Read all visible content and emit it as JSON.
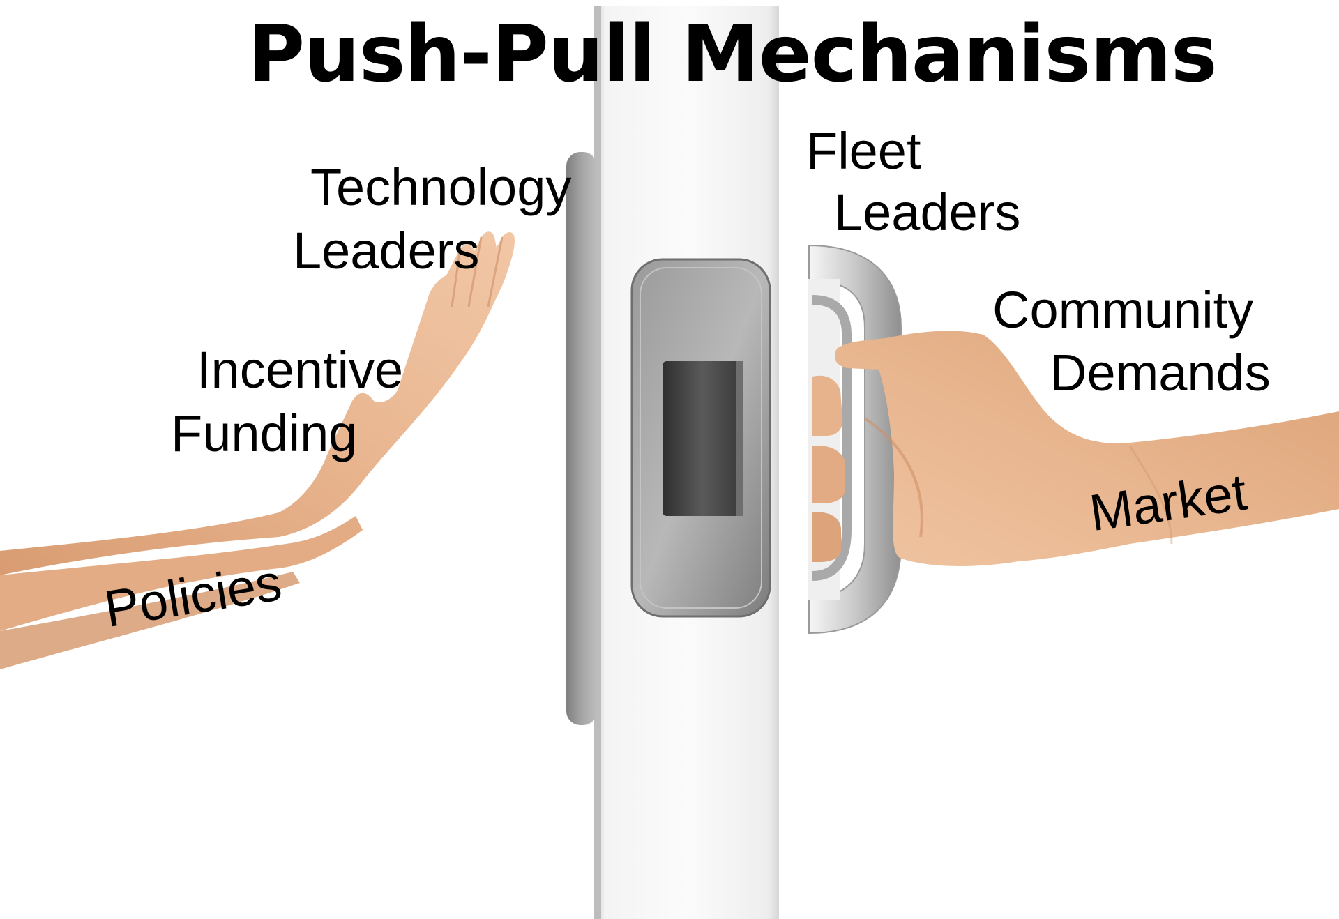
{
  "title": "Push-Pull Mechanisms",
  "push_side": {
    "technology_leaders": [
      "Technology",
      "Leaders"
    ],
    "incentive_funding": [
      "Incentive",
      "Funding"
    ],
    "policies": "Policies"
  },
  "pull_side": {
    "fleet_leaders": [
      "Fleet",
      "Leaders"
    ],
    "community_demands": [
      "Community",
      "Demands"
    ],
    "market": "Market"
  },
  "colors": {
    "skin": "#e8b48c",
    "skin_shadow": "#c98c63",
    "door": "#f7f7f7",
    "door_edge": "#d2d2d2",
    "handle_gray": "#8a8a8a",
    "handle_dark": "#4a4a4a",
    "text": "#000000"
  },
  "icons": [
    "pushing-hand-icon",
    "pulling-hand-icon",
    "door-handle-icon"
  ]
}
